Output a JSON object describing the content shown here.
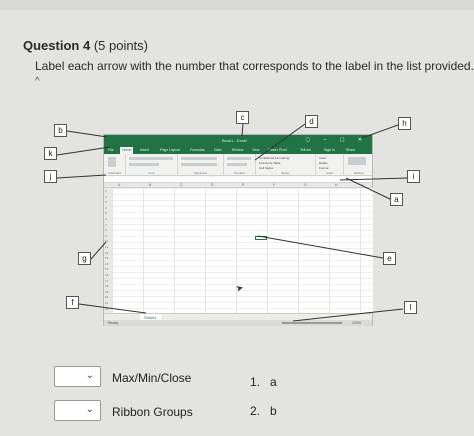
{
  "question": {
    "title": "Question 4",
    "points": "(5 points)",
    "prompt": "Label each arrow with the number that corresponds to the label in the list provided.",
    "caret": "^"
  },
  "excel": {
    "window_title": "Book1 - Excel",
    "window_controls": "▢ – ▢ ✕",
    "tabs": [
      "File",
      "Home",
      "Insert",
      "Page Layout",
      "Formulas",
      "Data",
      "Review",
      "View",
      "Power Pivot",
      "Tell me",
      "Sign in",
      "Share"
    ],
    "ribbon_groups": [
      "Clipboard",
      "Font",
      "Alignment",
      "Number",
      "Styles",
      "Cells",
      "Editing"
    ],
    "ribbon_items": [
      "Conditional Formatting",
      "Format as Table",
      "Cell Styles",
      "Insert",
      "Delete",
      "Format"
    ],
    "columns": [
      "A",
      "B",
      "C",
      "D",
      "E",
      "F",
      "G",
      "H",
      "I"
    ],
    "rows": [
      "1",
      "2",
      "3",
      "4",
      "5",
      "6",
      "7",
      "8",
      "9",
      "10",
      "11",
      "12",
      "13",
      "14",
      "15",
      "16",
      "17",
      "18",
      "19",
      "20",
      "21",
      "22"
    ],
    "sheet_tab": "Sheet1",
    "status": "Ready",
    "zoom": "100%"
  },
  "labels": [
    "b",
    "k",
    "j",
    "g",
    "f",
    "c",
    "d",
    "h",
    "i",
    "a",
    "e",
    "l"
  ],
  "answers": [
    {
      "term": "Max/Min/Close",
      "number": "1.",
      "option": "a"
    },
    {
      "term": "Ribbon Groups",
      "number": "2.",
      "option": "b"
    }
  ]
}
